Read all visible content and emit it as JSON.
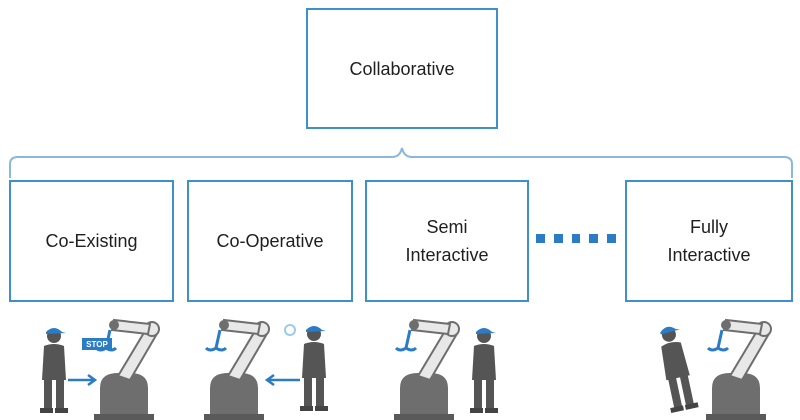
{
  "top": {
    "label": "Collaborative"
  },
  "levels": [
    {
      "label": "Co-Existing"
    },
    {
      "label": "Co-Operative"
    },
    {
      "label": "Semi\nInteractive"
    },
    {
      "label": "Fully\nInteractive"
    }
  ],
  "stop_sign": "STOP",
  "colors": {
    "accent": "#3f8fc8",
    "dots": "#2b7cc4",
    "robot": "#6e6e6e",
    "human": "#555555",
    "hat": "#2b7cc4"
  }
}
